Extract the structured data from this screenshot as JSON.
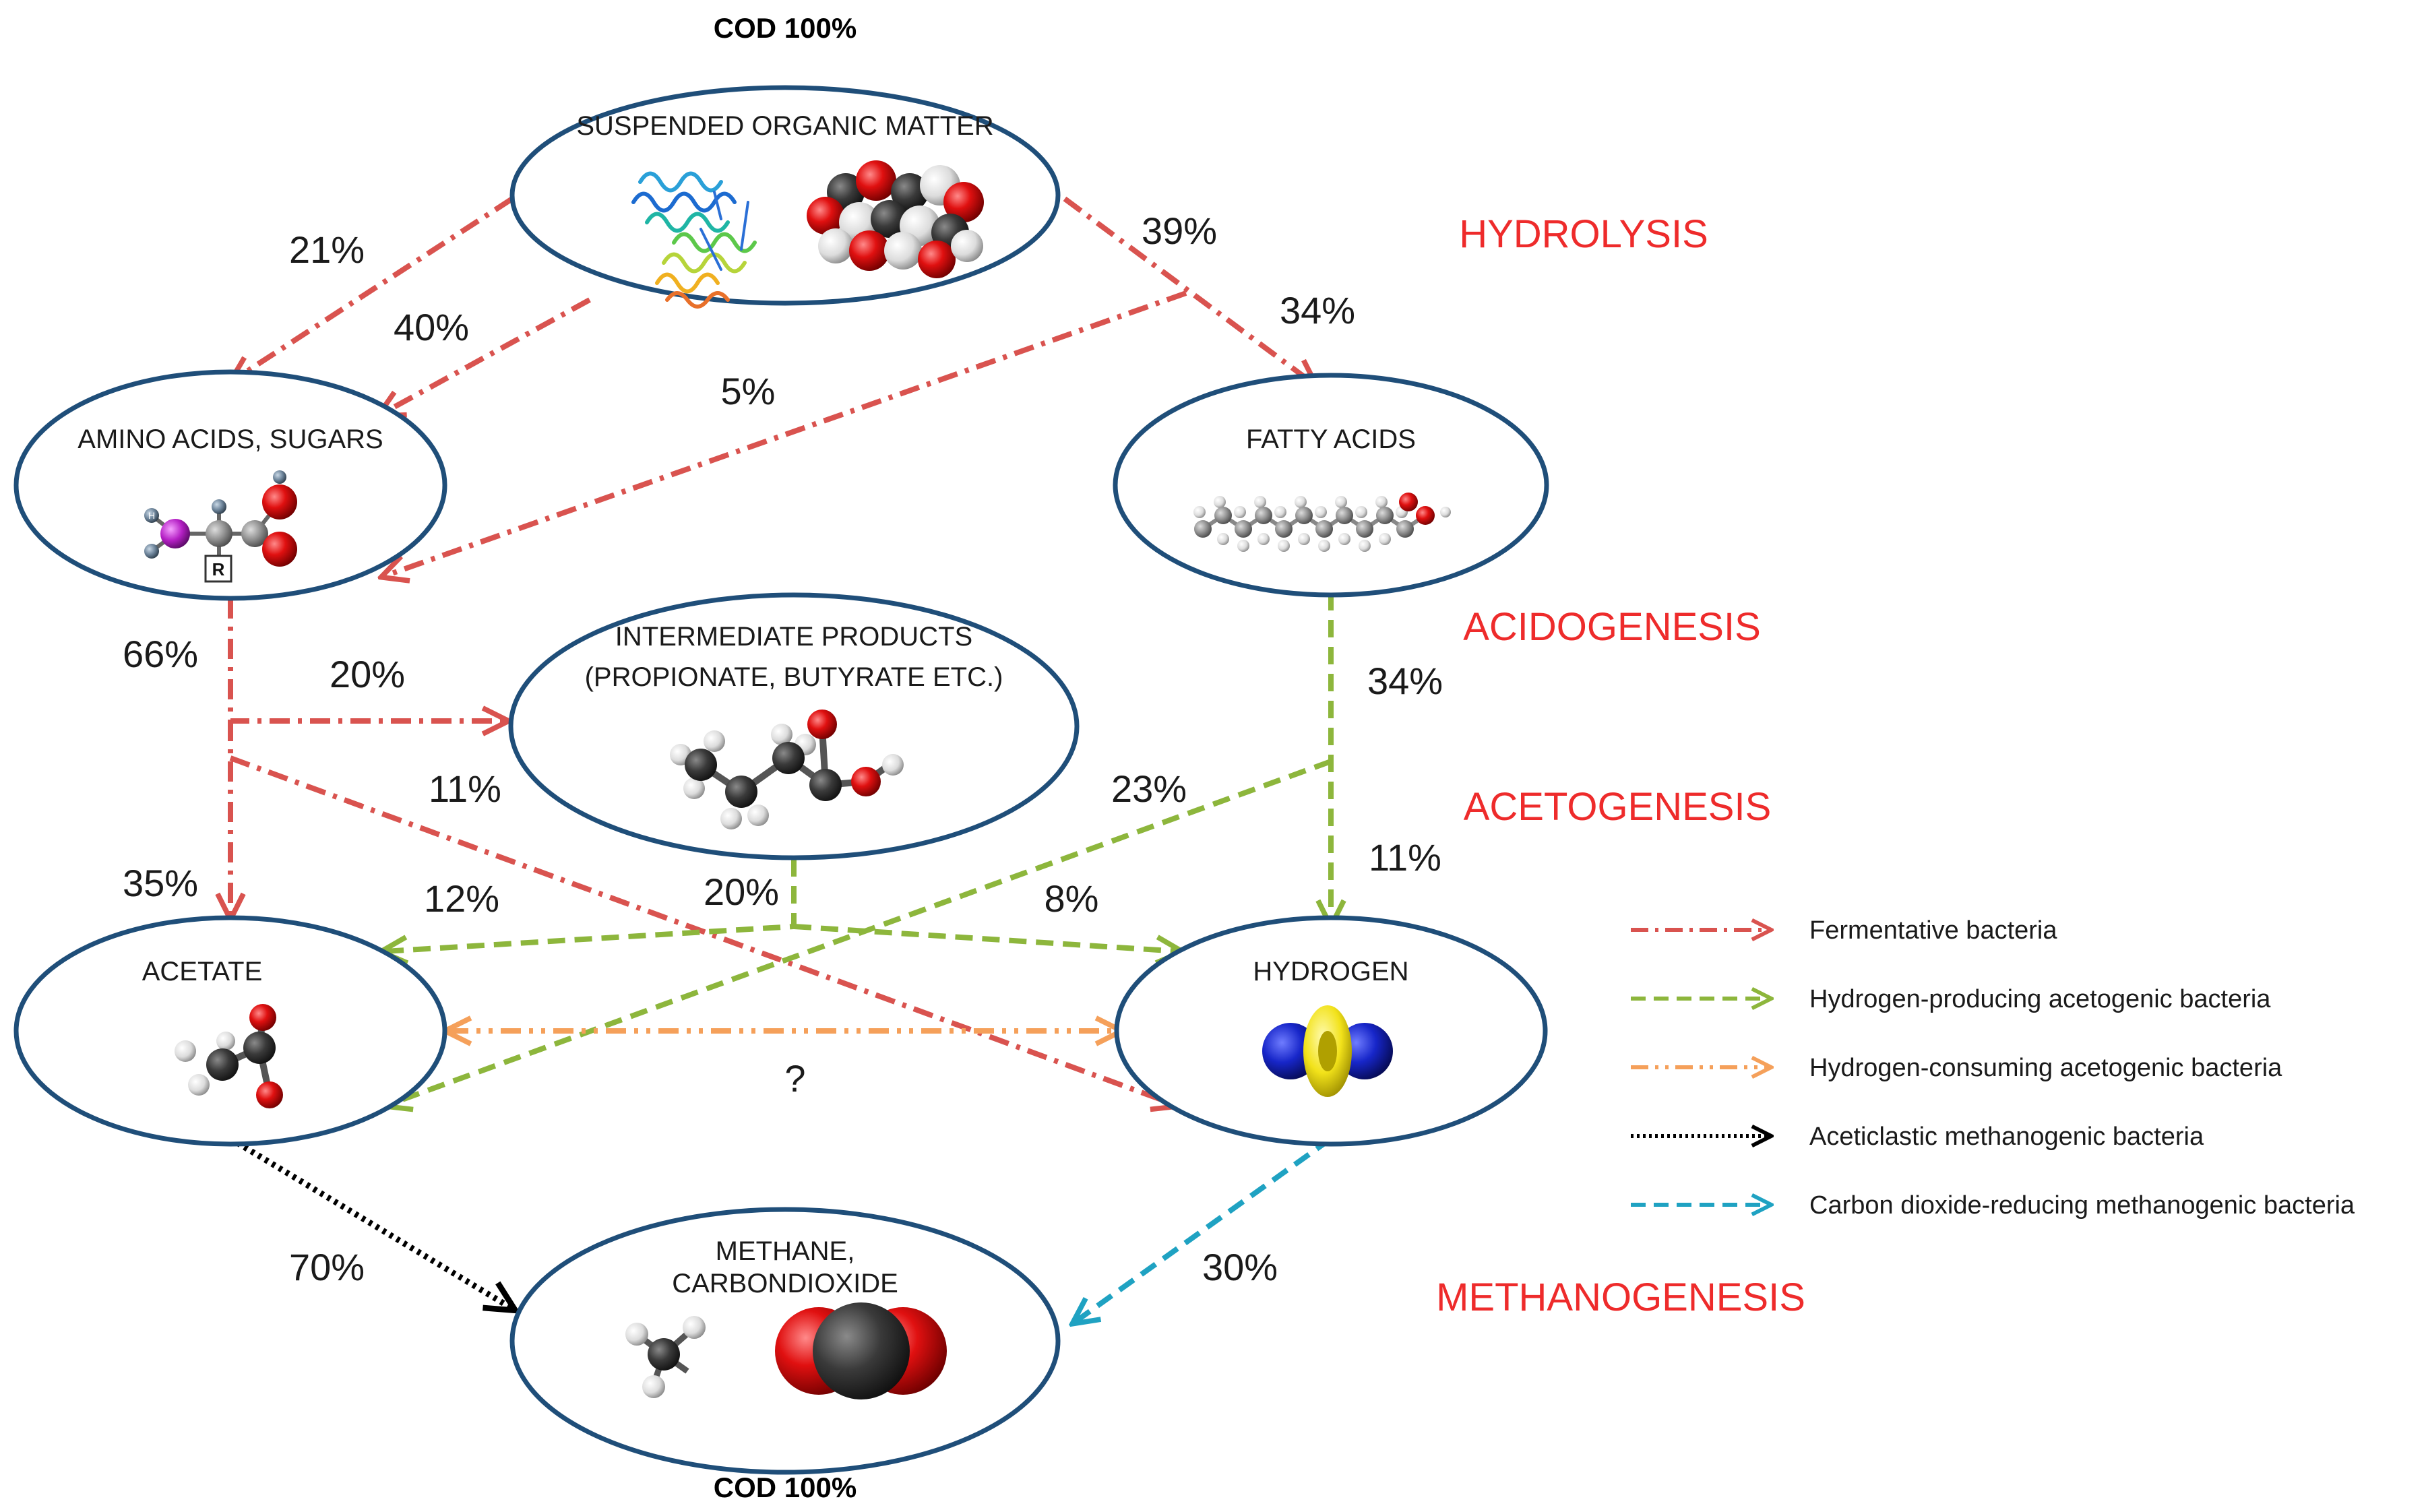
{
  "cod_top": "COD 100%",
  "cod_bottom": "COD 100%",
  "nodes": {
    "suspended": "SUSPENDED  ORGANIC MATTER",
    "amino": "AMINO  ACIDS,  SUGARS",
    "fatty": "FATTY ACIDS",
    "intermediate_1": "INTERMEDIATE PRODUCTS",
    "intermediate_2": "(PROPIONATE,  BUTYRATE  ETC.)",
    "acetate": "ACETATE",
    "hydrogen": "HYDROGEN",
    "methane_1": "METHANE,",
    "methane_2": "CARBONDIOXIDE"
  },
  "molecule_labels": {
    "r_group": "R"
  },
  "stages": {
    "hydrolysis": "HYDROLYSIS",
    "acidogenesis": "ACIDOGENESIS",
    "acetogenesis": "ACETOGENESIS",
    "methanogenesis": "METHANOGENESIS"
  },
  "percentages": {
    "p21": "21%",
    "p40": "40%",
    "p5": "5%",
    "p39": "39%",
    "p34_top": "34%",
    "p66": "66%",
    "p20_left": "20%",
    "p34_right": "34%",
    "p11_left": "11%",
    "p23": "23%",
    "p11_right": "11%",
    "p35": "35%",
    "p12": "12%",
    "p20_bottom": "20%",
    "p8": "8%",
    "question": "?",
    "p70": "70%",
    "p30": "30%"
  },
  "legend": [
    {
      "label": "Fermentative bacteria",
      "color": "#d9534f",
      "style": "dash-dot"
    },
    {
      "label": "Hydrogen-producing acetogenic bacteria",
      "color": "#8db63c",
      "style": "dashed"
    },
    {
      "label": "Hydrogen-consuming acetogenic bacteria",
      "color": "#f5a05a",
      "style": "dash-dot-dot"
    },
    {
      "label": "Aceticlastic methanogenic bacteria",
      "color": "#000000",
      "style": "dotted"
    },
    {
      "label": "Carbon dioxide-reducing methanogenic bacteria",
      "color": "#1fa2c2",
      "style": "dashed"
    }
  ],
  "colors": {
    "ellipse_stroke": "#1f4e79",
    "stage_text": "#ee2b2b",
    "fermentative": "#d9534f",
    "h2_producing": "#8db63c",
    "h2_consuming": "#f5a05a",
    "aceticlastic": "#000000",
    "co2_reducing": "#1fa2c2"
  }
}
